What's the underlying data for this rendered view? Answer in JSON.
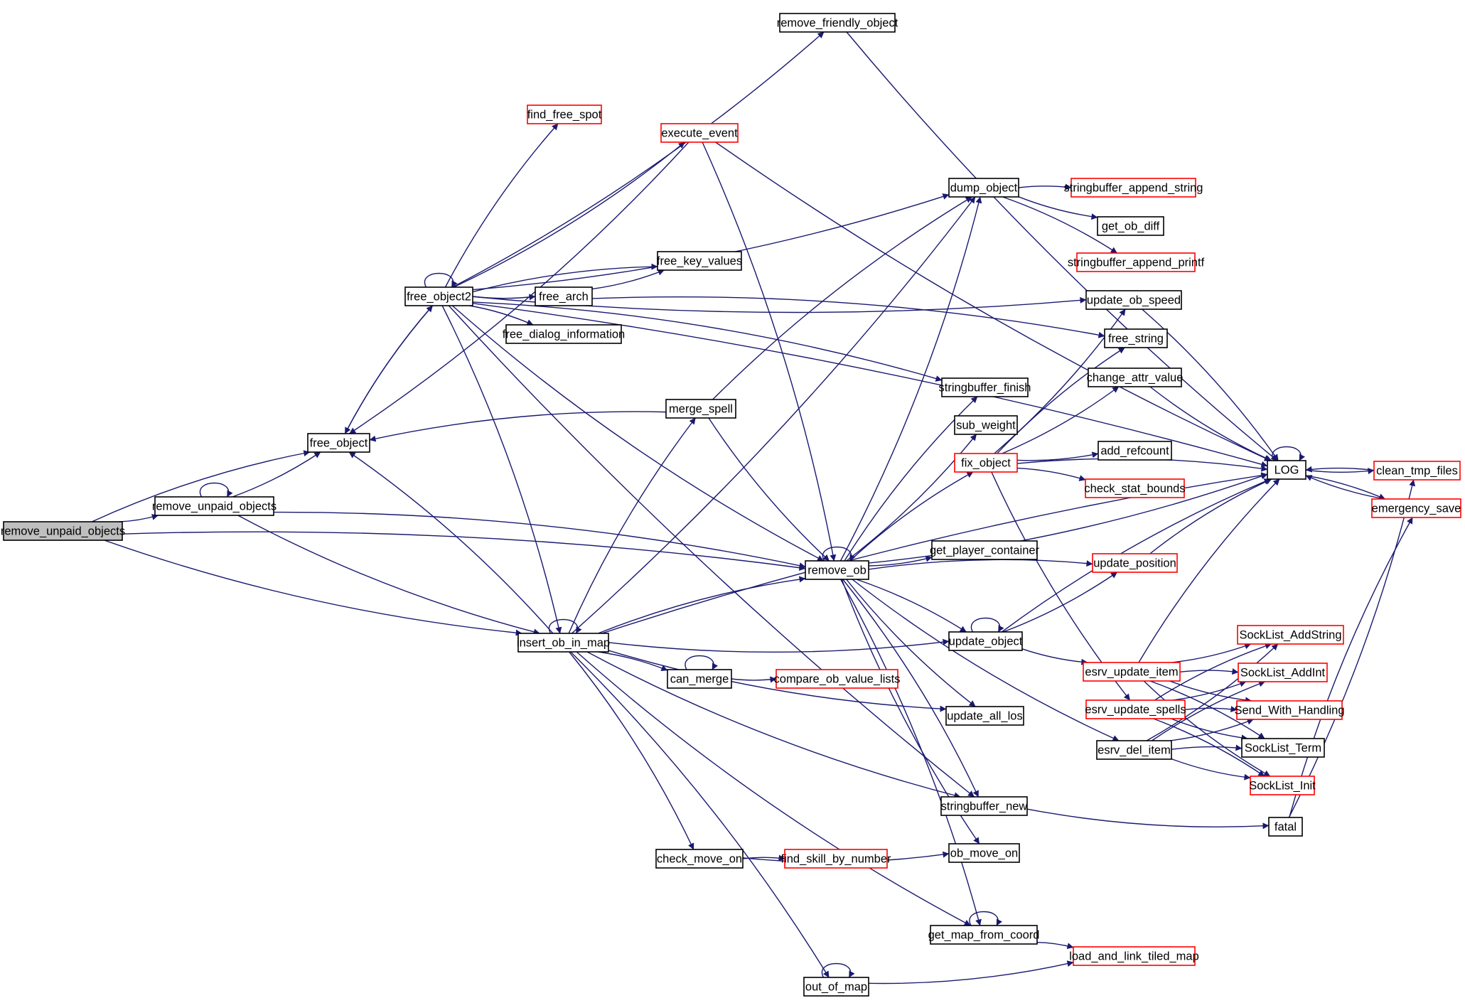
{
  "graph": {
    "root": "remove_unpaid_objects",
    "colors": {
      "edge": "#191970",
      "root_fill": "#bfbfbf",
      "normal_border": "#000000",
      "truncated_border": "#ff0000",
      "text": "#000000"
    },
    "nodes": [
      {
        "id": "remove_unpaid_objects",
        "label": "remove_unpaid_objects",
        "status": "root"
      },
      {
        "id": "free_object",
        "label": "free_object",
        "status": "normal"
      },
      {
        "id": "remove_unpaid_objects2",
        "label": "remove_unpaid_objects",
        "status": "normal"
      },
      {
        "id": "insert_ob_in_map",
        "label": "insert_ob_in_map",
        "status": "normal"
      },
      {
        "id": "remove_ob",
        "label": "remove_ob",
        "status": "normal"
      },
      {
        "id": "free_object2",
        "label": "free_object2",
        "status": "normal"
      },
      {
        "id": "remove_friendly_object",
        "label": "remove_friendly_object",
        "status": "normal"
      },
      {
        "id": "find_free_spot",
        "label": "find_free_spot",
        "status": "truncated"
      },
      {
        "id": "execute_event",
        "label": "execute_event",
        "status": "truncated"
      },
      {
        "id": "free_key_values",
        "label": "free_key_values",
        "status": "normal"
      },
      {
        "id": "free_arch",
        "label": "free_arch",
        "status": "normal"
      },
      {
        "id": "free_dialog_information",
        "label": "free_dialog_information",
        "status": "normal"
      },
      {
        "id": "merge_spell",
        "label": "merge_spell",
        "status": "normal"
      },
      {
        "id": "can_merge",
        "label": "can_merge",
        "status": "normal"
      },
      {
        "id": "compare_ob_value_lists",
        "label": "compare_ob_value_lists",
        "status": "truncated"
      },
      {
        "id": "check_move_on",
        "label": "check_move_on",
        "status": "normal"
      },
      {
        "id": "find_skill_by_number",
        "label": "find_skill_by_number",
        "status": "truncated"
      },
      {
        "id": "out_of_map",
        "label": "out_of_map",
        "status": "normal"
      },
      {
        "id": "dump_object",
        "label": "dump_object",
        "status": "normal"
      },
      {
        "id": "stringbuffer_finish",
        "label": "stringbuffer_finish",
        "status": "normal"
      },
      {
        "id": "sub_weight",
        "label": "sub_weight",
        "status": "normal"
      },
      {
        "id": "fix_object",
        "label": "fix_object",
        "status": "truncated"
      },
      {
        "id": "get_player_container",
        "label": "get_player_container",
        "status": "normal"
      },
      {
        "id": "update_object",
        "label": "update_object",
        "status": "normal"
      },
      {
        "id": "update_all_los",
        "label": "update_all_los",
        "status": "normal"
      },
      {
        "id": "stringbuffer_new",
        "label": "stringbuffer_new",
        "status": "normal"
      },
      {
        "id": "ob_move_on",
        "label": "ob_move_on",
        "status": "normal"
      },
      {
        "id": "get_map_from_coord",
        "label": "get_map_from_coord",
        "status": "normal"
      },
      {
        "id": "stringbuffer_append_string",
        "label": "stringbuffer_append_string",
        "status": "truncated"
      },
      {
        "id": "get_ob_diff",
        "label": "get_ob_diff",
        "status": "normal"
      },
      {
        "id": "stringbuffer_append_printf",
        "label": "stringbuffer_append_printf",
        "status": "truncated"
      },
      {
        "id": "update_ob_speed",
        "label": "update_ob_speed",
        "status": "normal"
      },
      {
        "id": "free_string",
        "label": "free_string",
        "status": "normal"
      },
      {
        "id": "change_attr_value",
        "label": "change_attr_value",
        "status": "normal"
      },
      {
        "id": "add_refcount",
        "label": "add_refcount",
        "status": "normal"
      },
      {
        "id": "check_stat_bounds",
        "label": "check_stat_bounds",
        "status": "truncated"
      },
      {
        "id": "update_position",
        "label": "update_position",
        "status": "truncated"
      },
      {
        "id": "esrv_update_item",
        "label": "esrv_update_item",
        "status": "truncated"
      },
      {
        "id": "esrv_update_spells",
        "label": "esrv_update_spells",
        "status": "truncated"
      },
      {
        "id": "esrv_del_item",
        "label": "esrv_del_item",
        "status": "normal"
      },
      {
        "id": "load_and_link_tiled_map",
        "label": "load_and_link_tiled_map",
        "status": "truncated"
      },
      {
        "id": "LOG",
        "label": "LOG",
        "status": "normal"
      },
      {
        "id": "fatal",
        "label": "fatal",
        "status": "normal"
      },
      {
        "id": "clean_tmp_files",
        "label": "clean_tmp_files",
        "status": "truncated"
      },
      {
        "id": "emergency_save",
        "label": "emergency_save",
        "status": "truncated"
      },
      {
        "id": "SockList_AddString",
        "label": "SockList_AddString",
        "status": "truncated"
      },
      {
        "id": "SockList_AddInt",
        "label": "SockList_AddInt",
        "status": "truncated"
      },
      {
        "id": "Send_With_Handling",
        "label": "Send_With_Handling",
        "status": "truncated"
      },
      {
        "id": "SockList_Term",
        "label": "SockList_Term",
        "status": "normal"
      },
      {
        "id": "SockList_Init",
        "label": "SockList_Init",
        "status": "truncated"
      }
    ],
    "edges": [
      [
        "remove_unpaid_objects",
        "free_object"
      ],
      [
        "remove_unpaid_objects",
        "remove_unpaid_objects2"
      ],
      [
        "remove_unpaid_objects",
        "remove_ob"
      ],
      [
        "remove_unpaid_objects",
        "insert_ob_in_map"
      ],
      [
        "remove_unpaid_objects2",
        "remove_unpaid_objects2"
      ],
      [
        "remove_unpaid_objects2",
        "free_object"
      ],
      [
        "remove_unpaid_objects2",
        "remove_ob"
      ],
      [
        "remove_unpaid_objects2",
        "insert_ob_in_map"
      ],
      [
        "free_object",
        "free_object2"
      ],
      [
        "free_object2",
        "free_object"
      ],
      [
        "free_object2",
        "free_object2"
      ],
      [
        "free_object2",
        "remove_friendly_object"
      ],
      [
        "free_object2",
        "find_free_spot"
      ],
      [
        "free_object2",
        "execute_event"
      ],
      [
        "free_object2",
        "LOG"
      ],
      [
        "free_object2",
        "dump_object"
      ],
      [
        "free_object2",
        "free_key_values"
      ],
      [
        "free_object2",
        "free_arch"
      ],
      [
        "free_object2",
        "free_dialog_information"
      ],
      [
        "free_object2",
        "update_ob_speed"
      ],
      [
        "free_object2",
        "stringbuffer_finish"
      ],
      [
        "free_object2",
        "remove_ob"
      ],
      [
        "free_object2",
        "insert_ob_in_map"
      ],
      [
        "free_object2",
        "stringbuffer_new"
      ],
      [
        "execute_event",
        "free_object"
      ],
      [
        "execute_event",
        "LOG"
      ],
      [
        "execute_event",
        "remove_ob"
      ],
      [
        "free_arch",
        "free_key_values"
      ],
      [
        "free_arch",
        "free_string"
      ],
      [
        "remove_friendly_object",
        "LOG"
      ],
      [
        "insert_ob_in_map",
        "insert_ob_in_map"
      ],
      [
        "insert_ob_in_map",
        "free_object"
      ],
      [
        "insert_ob_in_map",
        "merge_spell"
      ],
      [
        "insert_ob_in_map",
        "dump_object"
      ],
      [
        "insert_ob_in_map",
        "remove_ob"
      ],
      [
        "insert_ob_in_map",
        "update_object"
      ],
      [
        "insert_ob_in_map",
        "can_merge"
      ],
      [
        "insert_ob_in_map",
        "update_all_los"
      ],
      [
        "insert_ob_in_map",
        "LOG"
      ],
      [
        "insert_ob_in_map",
        "stringbuffer_new"
      ],
      [
        "insert_ob_in_map",
        "check_move_on"
      ],
      [
        "insert_ob_in_map",
        "get_map_from_coord"
      ],
      [
        "insert_ob_in_map",
        "out_of_map"
      ],
      [
        "merge_spell",
        "free_object"
      ],
      [
        "merge_spell",
        "dump_object"
      ],
      [
        "merge_spell",
        "remove_ob"
      ],
      [
        "can_merge",
        "can_merge"
      ],
      [
        "can_merge",
        "compare_ob_value_lists"
      ],
      [
        "check_move_on",
        "find_skill_by_number"
      ],
      [
        "check_move_on",
        "ob_move_on"
      ],
      [
        "out_of_map",
        "out_of_map"
      ],
      [
        "out_of_map",
        "load_and_link_tiled_map"
      ],
      [
        "remove_ob",
        "remove_ob"
      ],
      [
        "remove_ob",
        "dump_object"
      ],
      [
        "remove_ob",
        "stringbuffer_finish"
      ],
      [
        "remove_ob",
        "sub_weight"
      ],
      [
        "remove_ob",
        "fix_object"
      ],
      [
        "remove_ob",
        "get_player_container"
      ],
      [
        "remove_ob",
        "update_position"
      ],
      [
        "remove_ob",
        "LOG"
      ],
      [
        "remove_ob",
        "update_object"
      ],
      [
        "remove_ob",
        "update_all_los"
      ],
      [
        "remove_ob",
        "stringbuffer_new"
      ],
      [
        "remove_ob",
        "ob_move_on"
      ],
      [
        "remove_ob",
        "get_map_from_coord"
      ],
      [
        "remove_ob",
        "esrv_del_item"
      ],
      [
        "dump_object",
        "stringbuffer_append_string"
      ],
      [
        "dump_object",
        "get_ob_diff"
      ],
      [
        "dump_object",
        "stringbuffer_append_printf"
      ],
      [
        "fix_object",
        "update_ob_speed"
      ],
      [
        "fix_object",
        "free_string"
      ],
      [
        "fix_object",
        "change_attr_value"
      ],
      [
        "fix_object",
        "LOG"
      ],
      [
        "fix_object",
        "add_refcount"
      ],
      [
        "fix_object",
        "check_stat_bounds"
      ],
      [
        "fix_object",
        "esrv_update_spells"
      ],
      [
        "update_ob_speed",
        "LOG"
      ],
      [
        "change_attr_value",
        "LOG"
      ],
      [
        "update_object",
        "update_object"
      ],
      [
        "update_object",
        "update_position"
      ],
      [
        "update_object",
        "LOG"
      ],
      [
        "update_object",
        "esrv_update_item"
      ],
      [
        "update_position",
        "LOG"
      ],
      [
        "get_map_from_coord",
        "get_map_from_coord"
      ],
      [
        "get_map_from_coord",
        "load_and_link_tiled_map"
      ],
      [
        "stringbuffer_new",
        "fatal"
      ],
      [
        "esrv_update_item",
        "LOG"
      ],
      [
        "esrv_update_item",
        "SockList_AddString"
      ],
      [
        "esrv_update_item",
        "SockList_AddInt"
      ],
      [
        "esrv_update_item",
        "Send_With_Handling"
      ],
      [
        "esrv_update_item",
        "SockList_Term"
      ],
      [
        "esrv_update_item",
        "SockList_Init"
      ],
      [
        "esrv_update_spells",
        "SockList_AddString"
      ],
      [
        "esrv_update_spells",
        "SockList_AddInt"
      ],
      [
        "esrv_update_spells",
        "Send_With_Handling"
      ],
      [
        "esrv_update_spells",
        "SockList_Term"
      ],
      [
        "esrv_update_spells",
        "SockList_Init"
      ],
      [
        "esrv_del_item",
        "SockList_AddString"
      ],
      [
        "esrv_del_item",
        "SockList_AddInt"
      ],
      [
        "esrv_del_item",
        "Send_With_Handling"
      ],
      [
        "esrv_del_item",
        "SockList_Term"
      ],
      [
        "esrv_del_item",
        "SockList_Init"
      ],
      [
        "LOG",
        "LOG"
      ],
      [
        "LOG",
        "clean_tmp_files"
      ],
      [
        "LOG",
        "emergency_save"
      ],
      [
        "clean_tmp_files",
        "LOG"
      ],
      [
        "emergency_save",
        "LOG"
      ],
      [
        "fatal",
        "clean_tmp_files"
      ],
      [
        "fatal",
        "emergency_save"
      ]
    ]
  }
}
